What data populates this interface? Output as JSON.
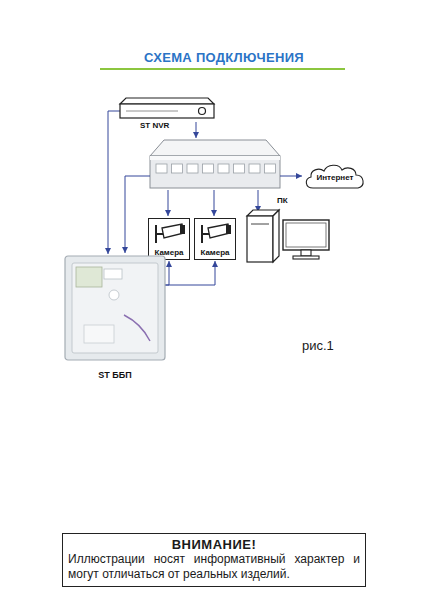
{
  "diagram": {
    "title": "СХЕМА ПОДКЛЮЧЕНИЯ",
    "nodes": [
      {
        "text": [
          "ST NVR"
        ]
      },
      {
        "text": [
          "Интернет"
        ]
      },
      {
        "text": [
          "ПК"
        ]
      },
      {
        "text": [
          "Камера"
        ]
      },
      {
        "text": [
          "Камера"
        ]
      },
      {
        "text": [
          "ST ББП"
        ]
      },
      {
        "text": [
          "ВНИМАНИЕ!",
          "Иллюстрации носят информативный характер и могут отличаться от реальных изделий."
        ]
      }
    ],
    "edges": [
      {
        "from": 0,
        "to": 5,
        "arrow": "to"
      },
      {
        "from": 5,
        "to": 3,
        "arrow": "to"
      },
      {
        "from": 5,
        "to": 4,
        "arrow": "to"
      }
    ],
    "labels": [
      "рис.1"
    ]
  }
}
